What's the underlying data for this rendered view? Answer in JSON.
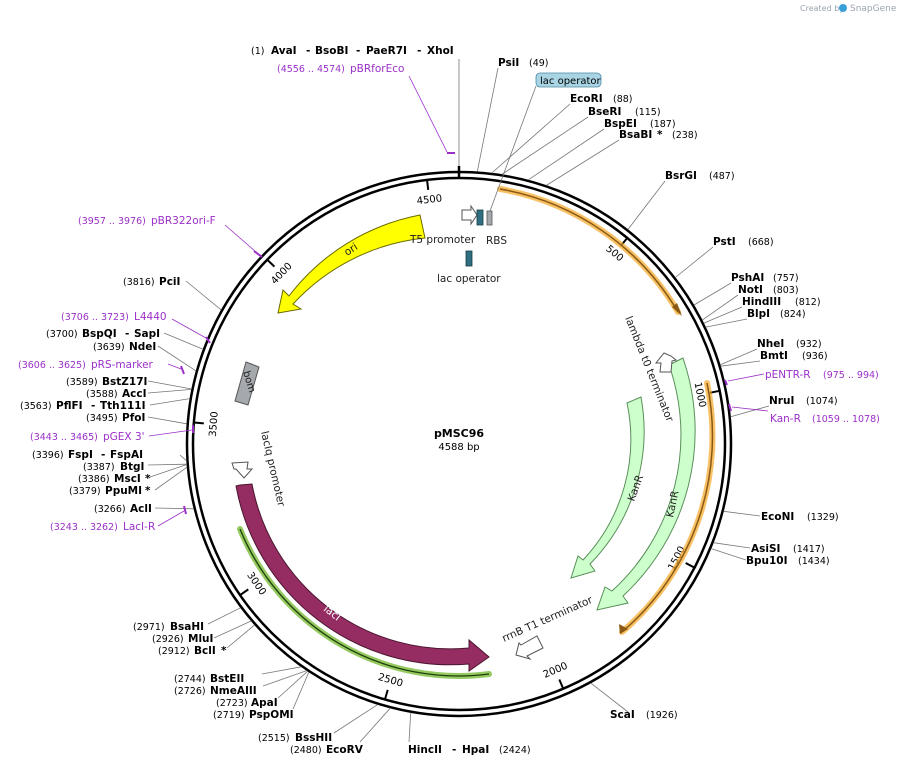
{
  "credit": {
    "prefix": "Created by",
    "brand": "SnapGene"
  },
  "plasmid": {
    "name": "pMSC96",
    "size": "4588 bp"
  },
  "ruler_ticks": [
    "500",
    "1000",
    "1500",
    "2000",
    "2500",
    "3000",
    "3500",
    "4000",
    "4500"
  ],
  "enzymes_top": {
    "pos": "(1)",
    "parts": [
      "AvaI",
      "-",
      "BsoBI",
      "-",
      "PaeR7I",
      "-",
      "XhoI"
    ]
  },
  "enzymes": [
    {
      "name": "PsiI",
      "pos": "(49)"
    },
    {
      "name": "EcoRI",
      "pos": "(88)"
    },
    {
      "name": "BseRI",
      "pos": "(115)"
    },
    {
      "name": "BspEI",
      "pos": "(187)"
    },
    {
      "name": "BsaBI",
      "star": "*",
      "pos": "(238)"
    },
    {
      "name": "BsrGI",
      "pos": "(487)"
    },
    {
      "name": "PstI",
      "pos": "(668)"
    },
    {
      "name": "PshAI",
      "pos": "(757)"
    },
    {
      "name": "NotI",
      "pos": "(803)"
    },
    {
      "name": "HindIII",
      "pos": "(812)"
    },
    {
      "name": "BlpI",
      "pos": "(824)"
    },
    {
      "name": "NheI",
      "pos": "(932)"
    },
    {
      "name": "BmtI",
      "pos": "(936)"
    },
    {
      "name": "NruI",
      "pos": "(1074)"
    },
    {
      "name": "EcoNI",
      "pos": "(1329)"
    },
    {
      "name": "AsiSI",
      "pos": "(1417)"
    },
    {
      "name": "Bpu10I",
      "pos": "(1434)"
    },
    {
      "name": "ScaI",
      "pos": "(1926)"
    },
    {
      "name": "HincII",
      "sep": "-",
      "name2": "HpaI",
      "pos": "(2424)"
    },
    {
      "name": "EcoRV",
      "pos": "(2480)"
    },
    {
      "name": "BssHII",
      "pos": "(2515)"
    },
    {
      "name": "PspOMI",
      "pos": "(2719)"
    },
    {
      "name": "ApaI",
      "pos": "(2723)"
    },
    {
      "name": "NmeAIII",
      "pos": "(2726)"
    },
    {
      "name": "BstEII",
      "pos": "(2744)"
    },
    {
      "name": "BclI",
      "star": "*",
      "pos": "(2912)"
    },
    {
      "name": "MluI",
      "pos": "(2926)"
    },
    {
      "name": "BsaHI",
      "pos": "(2971)"
    },
    {
      "name": "AclI",
      "pos": "(3266)"
    },
    {
      "name": "PpuMI",
      "star": "*",
      "pos": "(3379)"
    },
    {
      "name": "MscI",
      "star": "*",
      "pos": "(3386)"
    },
    {
      "name": "BtgI",
      "pos": "(3387)"
    },
    {
      "name": "FspI",
      "sep": "-",
      "name2": "FspAI",
      "pos": "(3396)"
    },
    {
      "name": "PfoI",
      "pos": "(3495)"
    },
    {
      "name": "PflFI",
      "sep": "-",
      "name2": "Tth111I",
      "pos": "(3563)"
    },
    {
      "name": "AccI",
      "pos": "(3588)"
    },
    {
      "name": "BstZ17I",
      "pos": "(3589)"
    },
    {
      "name": "NdeI",
      "pos": "(3639)"
    },
    {
      "name": "BspQI",
      "sep": "-",
      "name2": "SapI",
      "pos": "(3700)"
    },
    {
      "name": "PciI",
      "pos": "(3816)"
    }
  ],
  "primers": [
    {
      "name": "pBRforEco",
      "range": "(4556 .. 4574)"
    },
    {
      "name": "pENTR-R",
      "range": "(975 .. 994)"
    },
    {
      "name": "Kan-R",
      "range": "(1059 .. 1078)"
    },
    {
      "name": "pBR322ori-F",
      "range": "(3957 .. 3976)"
    },
    {
      "name": "L4440",
      "range": "(3706 .. 3723)"
    },
    {
      "name": "pRS-marker",
      "range": "(3606 .. 3625)"
    },
    {
      "name": "pGEX 3'",
      "range": "(3443 .. 3465)"
    },
    {
      "name": "LacI-R",
      "range": "(3243 .. 3262)"
    }
  ],
  "features": {
    "lac_operator_box": "lac operator",
    "lac_operator": "lac operator",
    "t5_promoter": "T5 promoter",
    "rbs": "RBS",
    "lambda_t0": "lambda t0 terminator",
    "kanr_inner": "KanR",
    "kanr_outer": "KanR",
    "rrnb_t1": "rrnB T1 terminator",
    "laci": "lacI",
    "lacIq": "lacIq promoter",
    "bom": "bom",
    "ori": "ori"
  },
  "colors": {
    "primer": "#9b30c8",
    "ori": "#ffff00",
    "laci": "#962d62",
    "kanr": "#ccffcc",
    "highlight_orange": "#f5a623",
    "highlight_green": "#7bbd3a",
    "bom": "#a5a9ad",
    "lac_box": "#a9d4e4"
  }
}
